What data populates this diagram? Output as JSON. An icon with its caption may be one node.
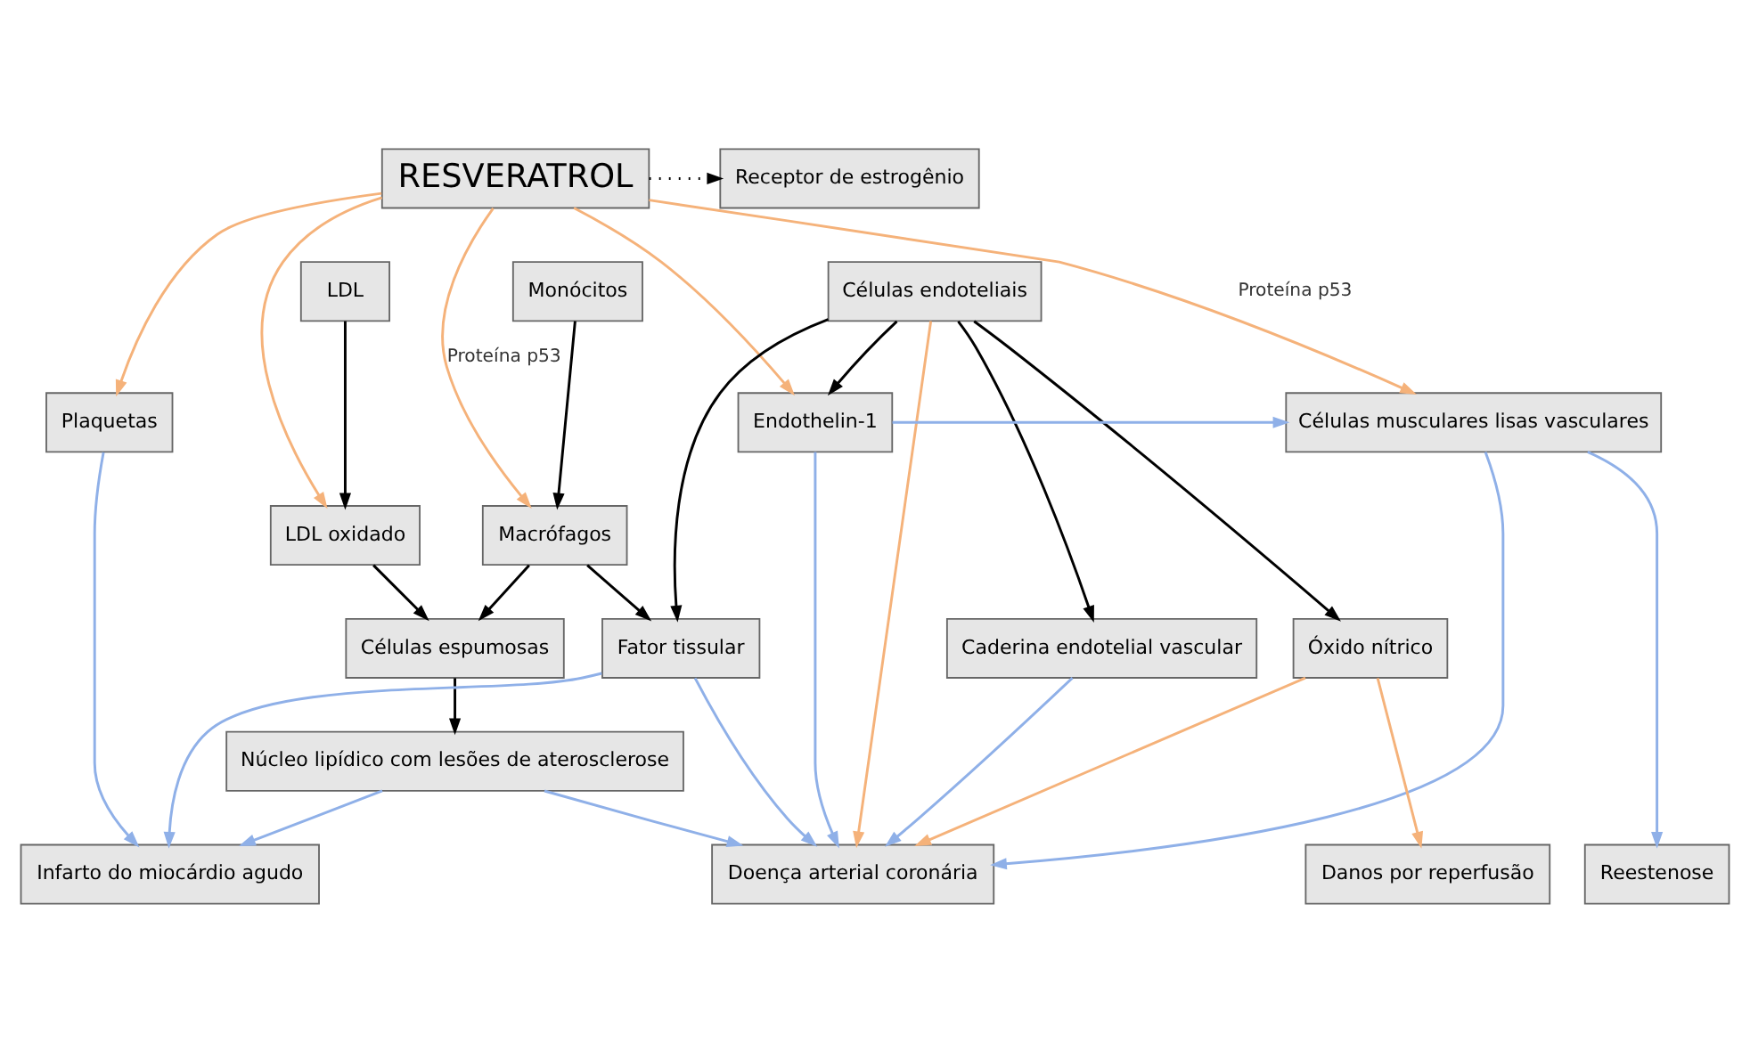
{
  "diagram": {
    "nodes": [
      {
        "text": [
          "RESVERATROL"
        ]
      },
      {
        "text": [
          "Receptor de estrogênio"
        ]
      },
      {
        "text": [
          "Monócitos"
        ]
      },
      {
        "text": [
          "LDL"
        ]
      },
      {
        "text": [
          "Células endoteliais"
        ]
      },
      {
        "text": [
          "Endothelin-1"
        ]
      },
      {
        "text": [
          "Plaquetas"
        ]
      },
      {
        "text": [
          "Células musculares lisas vasculares"
        ]
      },
      {
        "text": [
          "Macrófagos"
        ]
      },
      {
        "text": [
          "LDL oxidado"
        ]
      },
      {
        "text": [
          "Células espumosas"
        ]
      },
      {
        "text": [
          "Núcleo lipídico com lesões de aterosclerose"
        ]
      },
      {
        "text": [
          "Fator tissular"
        ]
      },
      {
        "text": [
          "Óxido nítrico"
        ]
      },
      {
        "text": [
          "Caderina endotelial vascular"
        ]
      },
      {
        "text": [
          "Doença arterial coronária"
        ]
      },
      {
        "text": [
          "Infarto do miocárdio agudo"
        ]
      },
      {
        "text": [
          "Danos por reperfusão"
        ]
      },
      {
        "text": [
          "Reestenose"
        ]
      }
    ],
    "edges": [
      {
        "from": 0,
        "to": 1,
        "arrow": "to",
        "style": "dashed"
      },
      {
        "from": 0,
        "to": 8,
        "arrow": "to",
        "label": "Proteína p53",
        "color": "#f5b27a"
      },
      {
        "from": 0,
        "to": 9,
        "arrow": "to",
        "color": "#f5b27a"
      },
      {
        "from": 0,
        "to": 5,
        "arrow": "to",
        "color": "#f5b27a"
      },
      {
        "from": 0,
        "to": 6,
        "arrow": "to",
        "color": "#f5b27a"
      },
      {
        "from": 0,
        "to": 7,
        "arrow": "to",
        "label": "Proteína p53",
        "color": "#f5b27a"
      },
      {
        "from": 2,
        "to": 8,
        "arrow": "to"
      },
      {
        "from": 3,
        "to": 9,
        "arrow": "to"
      },
      {
        "from": 4,
        "to": 5,
        "arrow": "to"
      },
      {
        "from": 4,
        "to": 12,
        "arrow": "to"
      },
      {
        "from": 4,
        "to": 13,
        "arrow": "to"
      },
      {
        "from": 4,
        "to": 14,
        "arrow": "to"
      },
      {
        "from": 8,
        "to": 10,
        "arrow": "to"
      },
      {
        "from": 9,
        "to": 10,
        "arrow": "to"
      },
      {
        "from": 8,
        "to": 12,
        "arrow": "to"
      },
      {
        "from": 10,
        "to": 11,
        "arrow": "to"
      },
      {
        "from": 4,
        "to": 15,
        "arrow": "to",
        "color": "#f5b27a"
      },
      {
        "from": 5,
        "to": 7,
        "arrow": "to",
        "color": "#8fb0e8"
      },
      {
        "from": 5,
        "to": 15,
        "arrow": "to",
        "color": "#8fb0e8"
      },
      {
        "from": 6,
        "to": 16,
        "arrow": "to",
        "color": "#8fb0e8"
      },
      {
        "from": 12,
        "to": 15,
        "arrow": "to",
        "color": "#8fb0e8"
      },
      {
        "from": 12,
        "to": 16,
        "arrow": "to",
        "color": "#8fb0e8"
      },
      {
        "from": 13,
        "to": 15,
        "arrow": "to",
        "color": "#f5b27a"
      },
      {
        "from": 13,
        "to": 17,
        "arrow": "to",
        "color": "#f5b27a"
      },
      {
        "from": 14,
        "to": 15,
        "arrow": "to",
        "color": "#8fb0e8"
      },
      {
        "from": 7,
        "to": 15,
        "arrow": "to",
        "color": "#8fb0e8"
      },
      {
        "from": 7,
        "to": 18,
        "arrow": "to",
        "color": "#8fb0e8"
      },
      {
        "from": 11,
        "to": 15,
        "arrow": "to",
        "color": "#8fb0e8"
      },
      {
        "from": 11,
        "to": 16,
        "arrow": "to",
        "color": "#8fb0e8"
      }
    ]
  }
}
